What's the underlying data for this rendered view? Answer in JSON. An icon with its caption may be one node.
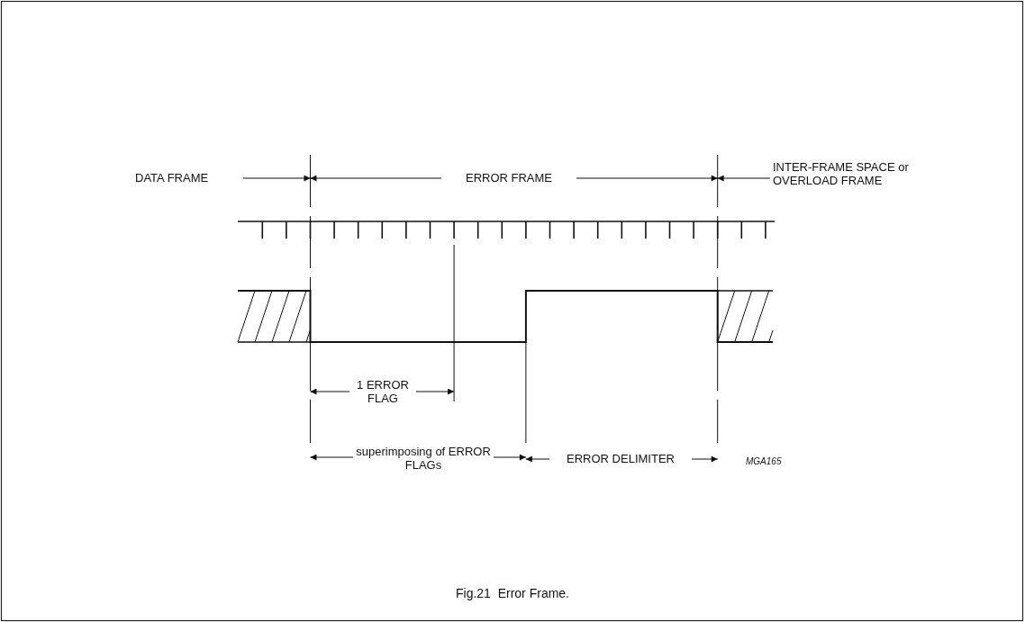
{
  "diagram": {
    "caption": "Fig.21  Error Frame.",
    "labels": [
      "DATA FRAME",
      "ERROR FRAME",
      "INTER-FRAME SPACE or OVERLOAD FRAME",
      "1 ERROR FLAG",
      "superimposing of ERROR FLAGs",
      "ERROR DELIMITER",
      "MGA165"
    ]
  }
}
